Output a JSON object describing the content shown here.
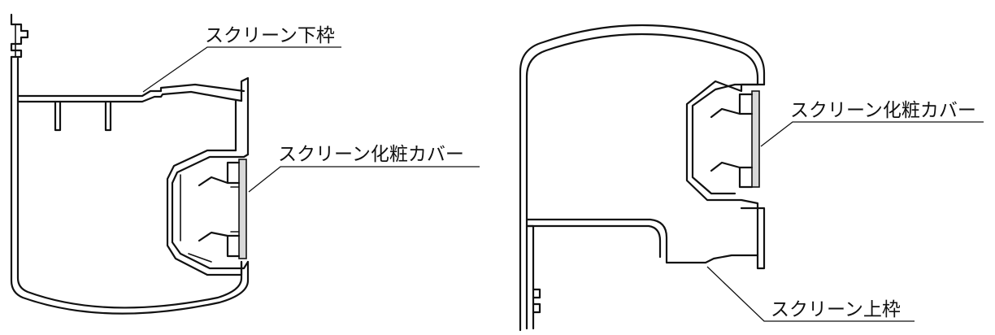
{
  "labels": {
    "lower_frame": "スクリーン下枠",
    "cover_left": "スクリーン化粧カバー",
    "cover_right": "スクリーン化粧カバー",
    "upper_frame": "スクリーン上枠"
  }
}
